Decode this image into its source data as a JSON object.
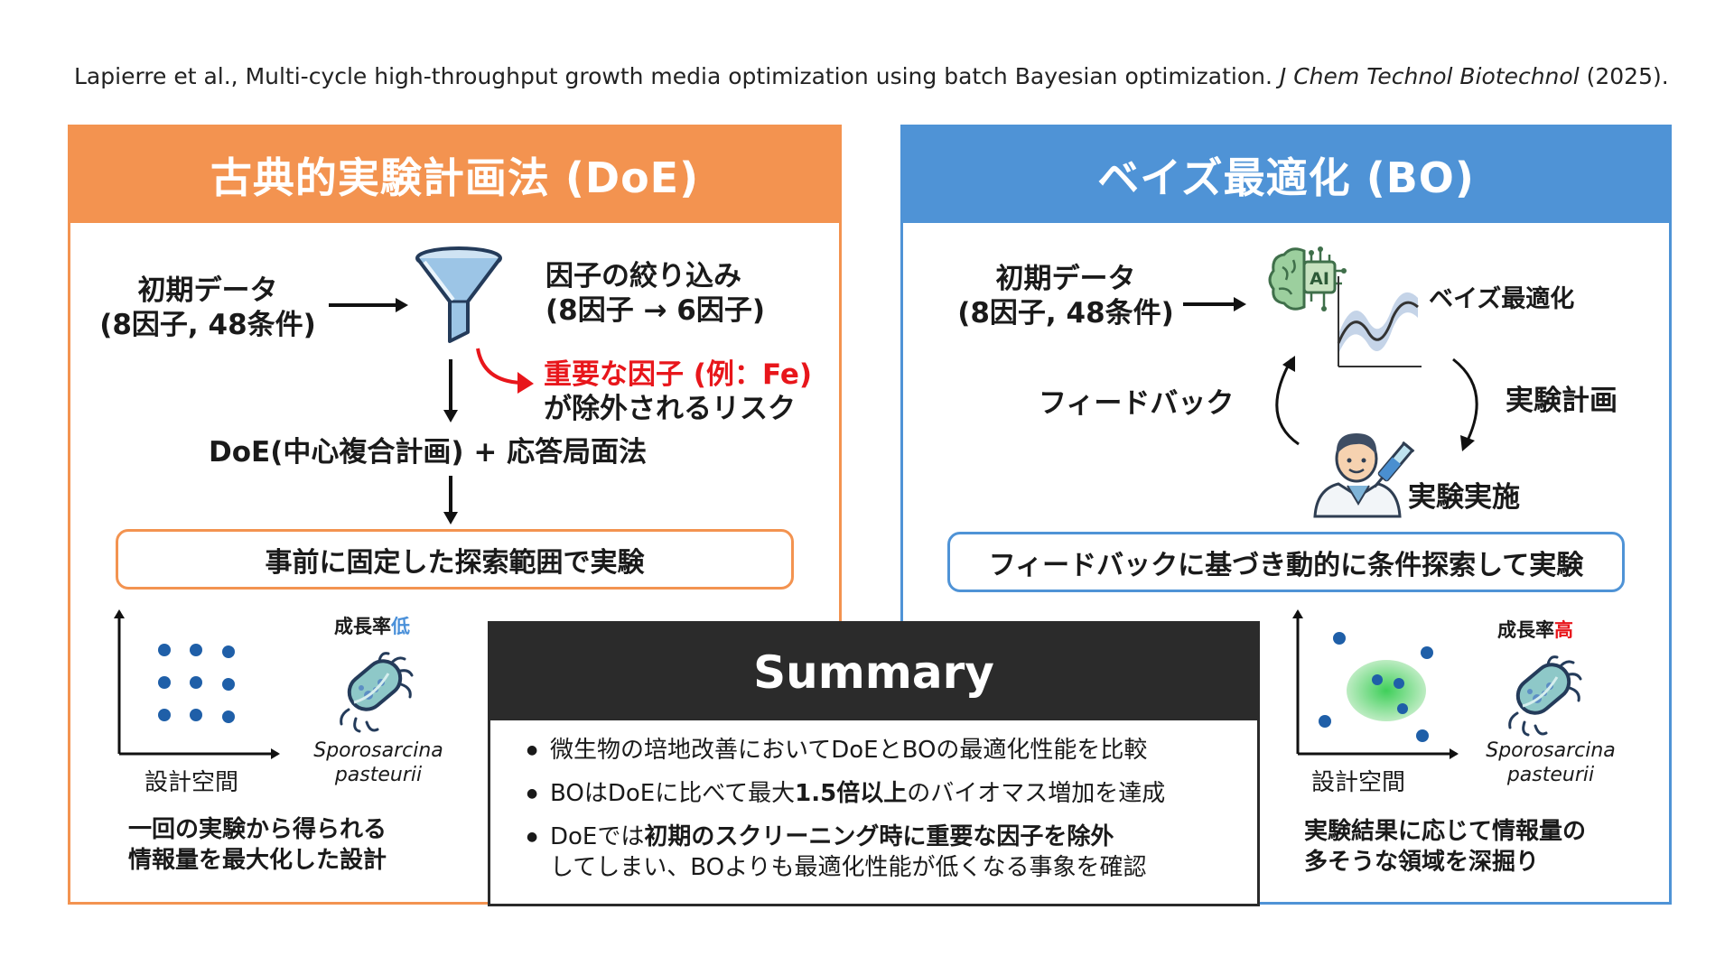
{
  "citation": {
    "authors": "Lapierre et al., Multi-cycle high-throughput growth media optimization using batch Bayesian optimization.",
    "journal": "J Chem Technol Biotechnol",
    "year": "(2025)."
  },
  "doe": {
    "title": "古典的実験計画法 (DoE)",
    "initial_data_line1": "初期データ",
    "initial_data_line2": "(8因子, 48条件)",
    "narrowing_line1": "因子の絞り込み",
    "narrowing_line2": "(8因子 → 6因子)",
    "risk_line1": "重要な因子 (例：Fe)",
    "risk_line2": "が除外されるリスク",
    "method": "DoE(中心複合計画) + 応答局面法",
    "box": "事前に固定した探索範囲で実験",
    "growth_label": "成長率",
    "growth_level": "低",
    "growth_level_color": "#4a90d9",
    "species_line1": "Sporosarcina",
    "species_line2": "pasteurii",
    "axis_label": "設計空間",
    "note_line1": "一回の実験から得られる",
    "note_line2": "情報量を最大化した設計"
  },
  "bo": {
    "title": "ベイズ最適化 (BO)",
    "initial_data_line1": "初期データ",
    "initial_data_line2": "(8因子, 48条件)",
    "ai_badge": "AI",
    "bo_label": "ベイズ最適化",
    "feedback": "フィードバック",
    "design": "実験計画",
    "execute": "実験実施",
    "box": "フィードバックに基づき動的に条件探索して実験",
    "growth_label": "成長率",
    "growth_level": "高",
    "growth_level_color": "#e8161b",
    "species_line1": "Sporosarcina",
    "species_line2": "pasteurii",
    "axis_label": "設計空間",
    "note_line1": "実験結果に応じて情報量の",
    "note_line2": "多そうな領域を深掘り"
  },
  "summary": {
    "title": "Summary",
    "b1": "微生物の培地改善においてDoEとBOの最適化性能を比較",
    "b2_pre": "BOはDoEに比べて最大",
    "b2_bold": "1.5倍以上",
    "b2_post": "のバイオマス増加を達成",
    "b3_pre": "DoEでは",
    "b3_bold": "初期のスクリーニング時に重要な因子を除外",
    "b3_line2": "してしまい、BOよりも最適化性能が低くなる事象を確認"
  },
  "colors": {
    "doe_accent": "#f39350",
    "bo_accent": "#4f93d6",
    "summary_dark": "#2b2b2b",
    "risk_red": "#e8161b",
    "dot_blue": "#1f5fa8"
  }
}
